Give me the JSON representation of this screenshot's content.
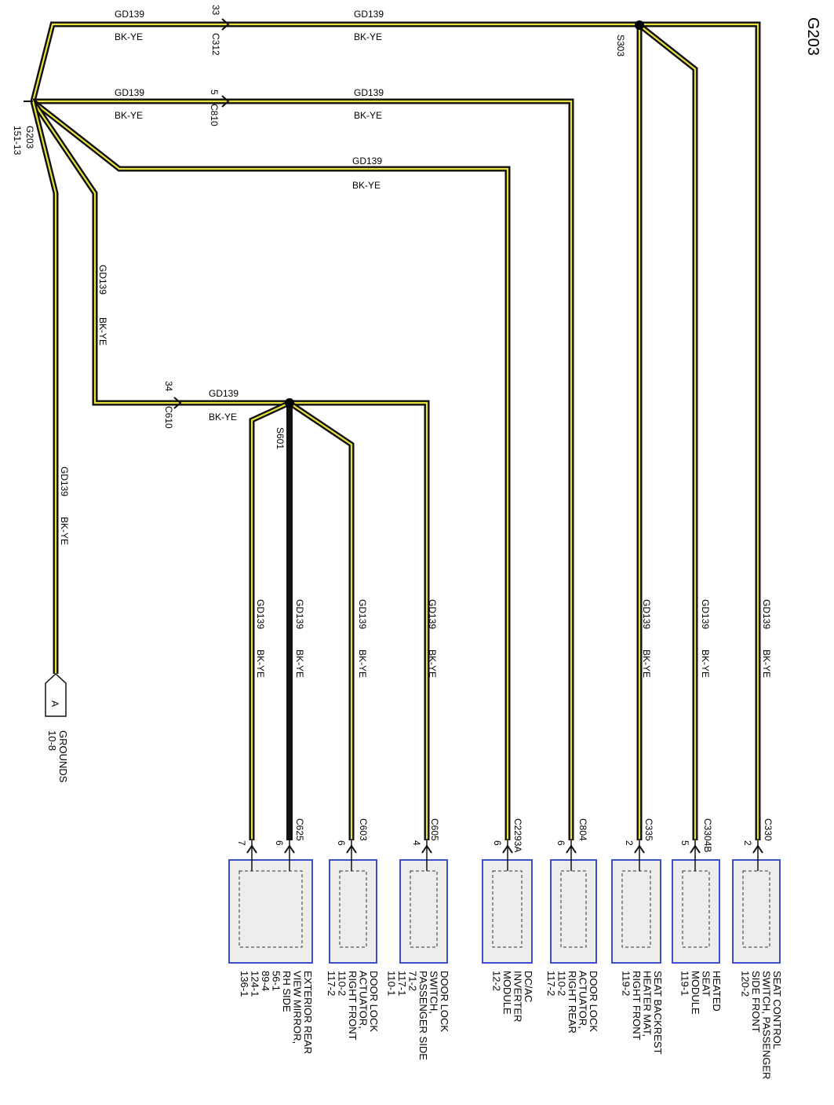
{
  "page_title": "G203",
  "colors": {
    "wire_outer": "#111111",
    "wire_core": "#e8e23a",
    "component_border": "#3a4fc9",
    "component_fill": "#ededed",
    "splice_dot": "#000000"
  },
  "ground": {
    "id": "G203",
    "ref": "151-13"
  },
  "splices": [
    {
      "id": "S303"
    },
    {
      "id": "S601"
    }
  ],
  "inline_connectors": [
    {
      "id": "C312",
      "pin": "33"
    },
    {
      "id": "C810",
      "pin": "5"
    },
    {
      "id": "C610",
      "pin": "34"
    }
  ],
  "wire_labels": {
    "circuit": "GD139",
    "color": "BK-YE"
  },
  "ground_ref": {
    "letter": "A",
    "title": "GROUNDS",
    "page": "10-8"
  },
  "components": [
    {
      "key": "mirror",
      "connector": "C625",
      "pins": [
        "7",
        "6"
      ],
      "lines": [
        "EXTERIOR REAR",
        "VIEW MIRROR,",
        "RH SIDE",
        "56-1",
        "89-4",
        "124-1",
        "136-1"
      ]
    },
    {
      "key": "door_lock_rf",
      "connector": "C603",
      "pins": [
        "6"
      ],
      "lines": [
        "DOOR LOCK",
        "ACTUATOR,",
        "RIGHT FRONT",
        "110-2",
        "117-2"
      ]
    },
    {
      "key": "door_lock_switch",
      "connector": "C605",
      "pins": [
        "4"
      ],
      "lines": [
        "DOOR LOCK",
        "SWITCH,",
        "PASSENGER SIDE",
        "71-2",
        "117-1",
        "110-1"
      ]
    },
    {
      "key": "inverter",
      "connector": "C2293A",
      "pins": [
        "6"
      ],
      "lines": [
        "DC/AC",
        "INVERTER",
        "MODULE",
        "12-2"
      ]
    },
    {
      "key": "door_lock_rr",
      "connector": "C804",
      "pins": [
        "6"
      ],
      "lines": [
        "DOOR LOCK",
        "ACTUATOR,",
        "RIGHT REAR",
        "110-2",
        "117-2"
      ]
    },
    {
      "key": "backrest_mat",
      "connector": "C335",
      "pins": [
        "2"
      ],
      "lines": [
        "SEAT BACKREST",
        "HEATER MAT,",
        "RIGHT FRONT",
        "119-2"
      ]
    },
    {
      "key": "heated_seat",
      "connector": "C3304B",
      "pins": [
        "5"
      ],
      "lines": [
        "HEATED",
        "SEAT",
        "MODULE",
        "119-1"
      ]
    },
    {
      "key": "seat_control",
      "connector": "C330",
      "pins": [
        "2"
      ],
      "lines": [
        "SEAT CONTROL",
        "SWITCH, PASSENGER",
        "SIDE FRONT",
        "120-2"
      ]
    }
  ]
}
